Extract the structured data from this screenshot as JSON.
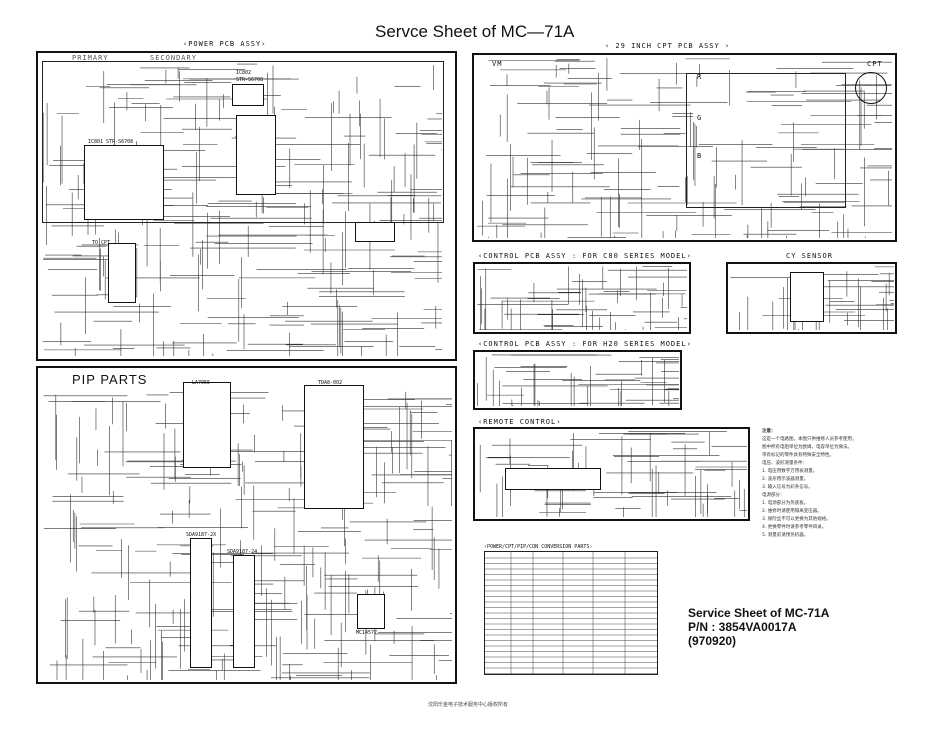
{
  "title": "Servce Sheet of MC—71A",
  "sections": {
    "power": "‹POWER PCB ASSY›",
    "primary": "PRIMARY",
    "secondary": "SECONDARY",
    "cpt_pcb": "‹ 29 INCH CPT PCB ASSY ›",
    "vm": "VM",
    "cpt": "CPT",
    "r": "R",
    "g": "G",
    "b": "B",
    "control_c80": "‹CONTROL PCB ASSY : FOR C80 SERIES MODEL›",
    "cy_sensor": "CY SENSOR",
    "control_h20": "‹CONTROL PCB ASSY : FOR H20 SERIES MODEL›",
    "remote": "‹REMOTE CONTROL›",
    "pip": "PIP PARTS",
    "conversion": "‹POWER/CPT/PIP/CON CONVERSION PARTS›"
  },
  "ics": {
    "ic802": "IC802",
    "strs": "STR-S6708",
    "ic801": "IC801 STR-S6708",
    "la7955": "LA7955",
    "tda": "TDA8-002",
    "sda1": "SDA9187-2X",
    "sda2": "SDA9187-24",
    "mc": "MC14577",
    "to_cpt": "TO CPT"
  },
  "notes_title": "注意：",
  "notes": [
    "这是一个电路图，本图只供维修人员参考使用。",
    "图中所有电阻单位为欧姆，电容单位为微法。",
    "带有标记的零件具有特殊安全特性。",
    "电压、波形测量条件：",
    "1. 电压用数字万用表测量。",
    "2. 波形用示波器测量。",
    "3. 输入信号为彩条信号。",
    "电源部分：",
    "1. 电源部分为热底板。",
    "2. 维修时请使用隔离变压器。",
    "3. 保险丝不可以更换为其他规格。",
    "4. 更换零件时请参考零件目录。",
    "5. 测量前请预热机器。"
  ],
  "info": {
    "line1": "Service Sheet of MC-71A",
    "line2": "P/N : 3854VA0017A",
    "line3": "(970920)"
  },
  "footer": "沈阳乐金电子技术服务中心版权所有"
}
